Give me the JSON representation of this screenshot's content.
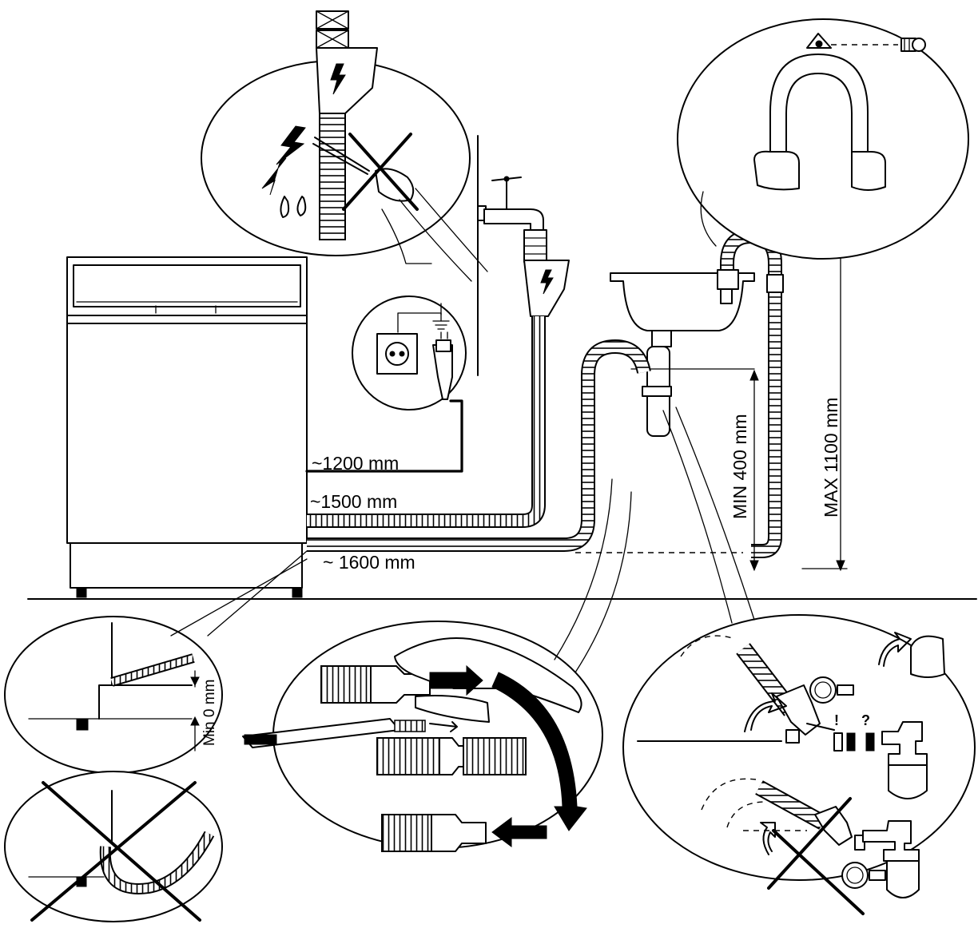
{
  "labels": {
    "power_cable_length": "~1200 mm",
    "inlet_hose_length": "~1500 mm",
    "drain_hose_length": "~ 1600 mm",
    "min_drain_height": "MIN 400 mm",
    "max_drain_height": "MAX 1100 mm",
    "min_hose_clearance": "Min 0 mm",
    "exclamation": "!",
    "question": "?"
  },
  "icons": [
    "lightning-icon",
    "cross-out-icon",
    "arrow-icon",
    "water-drop-icon",
    "earth-ground-icon",
    "socket-icon",
    "plug-icon",
    "screw-icon",
    "faucet-icon"
  ]
}
